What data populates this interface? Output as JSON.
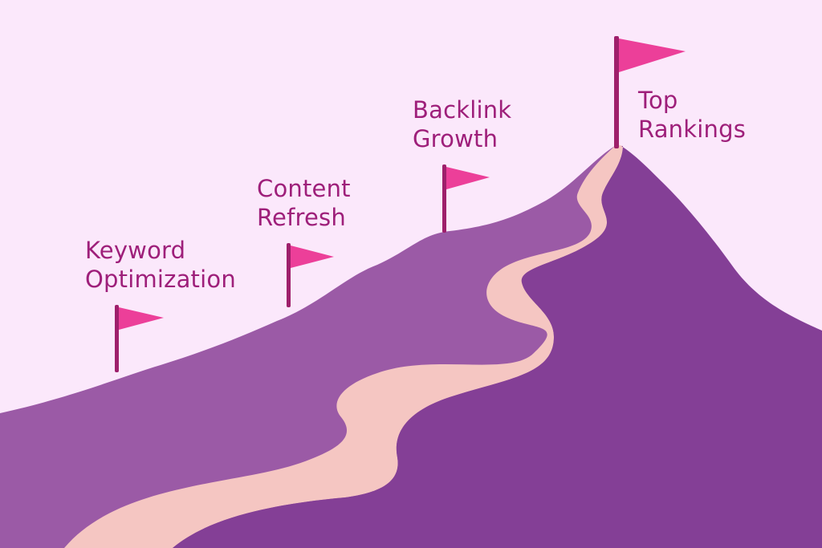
{
  "colors": {
    "background": "#fbe8fb",
    "hill_back": "#9b5aa6",
    "hill_front": "#843f96",
    "path": "#f5c6c2",
    "flag": "#ec3f99",
    "pole": "#9e1f6b",
    "label_text": "#9e1f7a"
  },
  "milestones": [
    {
      "lines": [
        "Keyword",
        "Optimization"
      ],
      "icon": "flag-icon"
    },
    {
      "lines": [
        "Content",
        "Refresh"
      ],
      "icon": "flag-icon"
    },
    {
      "lines": [
        "Backlink",
        "Growth"
      ],
      "icon": "flag-icon"
    },
    {
      "lines": [
        "Top",
        "Rankings"
      ],
      "icon": "flag-icon"
    }
  ]
}
